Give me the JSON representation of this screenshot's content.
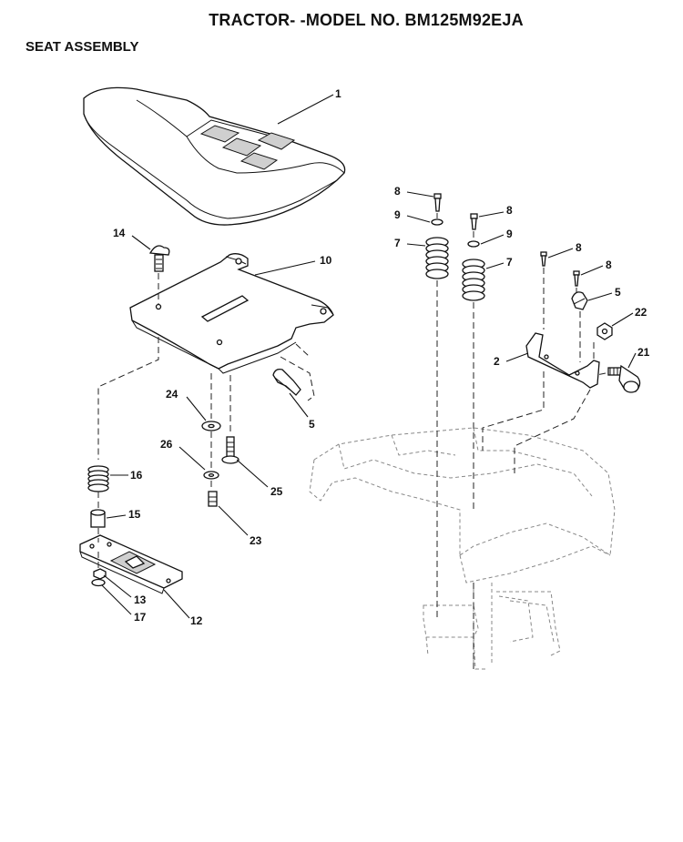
{
  "header": {
    "title": "TRACTOR- -MODEL NO. BM125M92EJA",
    "section": "SEAT ASSEMBLY"
  },
  "callouts": {
    "c1": "1",
    "c14": "14",
    "c10": "10",
    "c5a": "5",
    "c24": "24",
    "c26": "26",
    "c25": "25",
    "c23": "23",
    "c16": "16",
    "c15": "15",
    "c13": "13",
    "c17": "17",
    "c12": "12",
    "c8a": "8",
    "c9a": "9",
    "c8b": "8",
    "c9b": "9",
    "c7a": "7",
    "c7b": "7",
    "c8c": "8",
    "c8d": "8",
    "c5b": "5",
    "c22": "22",
    "c21": "21",
    "c2": "2"
  }
}
